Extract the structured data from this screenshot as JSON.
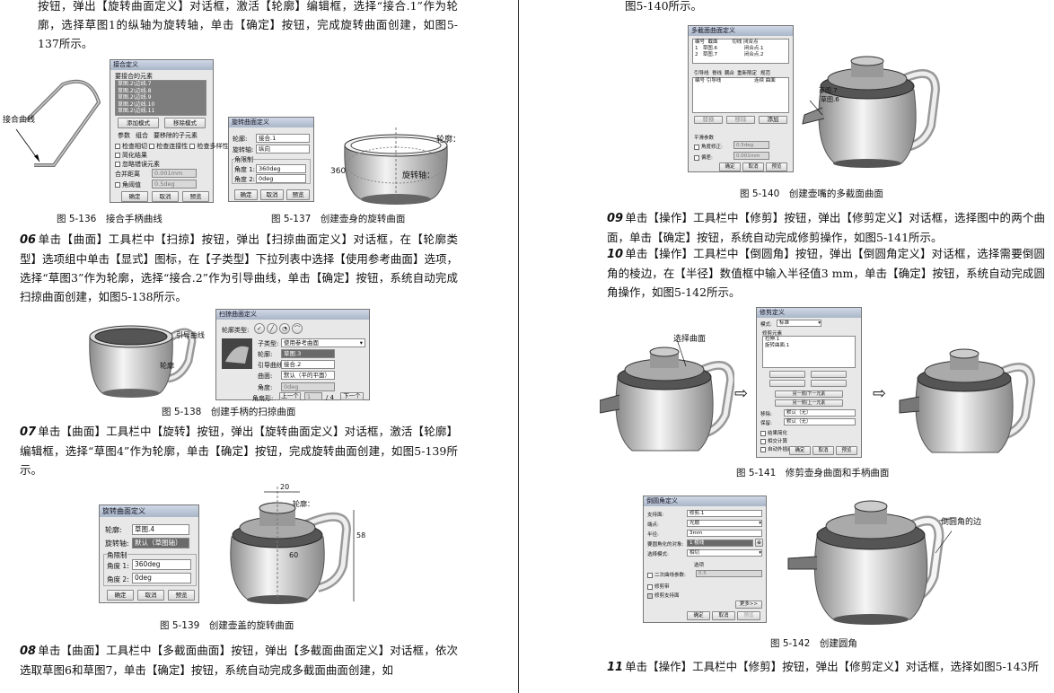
{
  "left": {
    "intro_para": "按钮，弹出【旋转曲面定义】对话框，激活【轮廓】编辑框，选择“接合.1”作为轮廓，选择草图1的纵轴为旋转轴，单击【确定】按钮，完成旋转曲面创建，如图5-137所示。",
    "fig136": {
      "caption": "图 5-136　接合手柄曲线",
      "label": "接合曲线",
      "dialog_title": "接合定义",
      "list_header": "要接合的元素",
      "list_items": [
        "草图.2\\边线.7",
        "草图.2\\边线.8",
        "草图.2\\边线.9",
        "草图.2\\边线.10",
        "草图.2\\边线.11"
      ],
      "add_mode": "添加模式",
      "remove_mode": "移除模式",
      "tabs": [
        "参数",
        "组合",
        "要移除的子元素"
      ],
      "chk1": "检查相切",
      "chk2": "检查连接性",
      "chk3": "检查多样性",
      "chk4": "简化结果",
      "chk5": "忽略错误元素",
      "merge_dist_label": "合并距离",
      "merge_dist_value": "0.001mm",
      "angle_label": "角阈值",
      "angle_value": "0.5deg",
      "ok": "确定",
      "cancel": "取消",
      "preview": "预览"
    },
    "fig137": {
      "caption": "图 5-137　创建壶身的旋转曲面",
      "dialog_title": "旋转曲面定义",
      "profile_label": "轮廓:",
      "profile_value": "接合.1",
      "axis_label": "旋转轴:",
      "axis_value": "纵向",
      "limits_label": "角限制",
      "angle1_label": "角度 1:",
      "angle1_value": "360deg",
      "angle2_label": "角度 2:",
      "angle2_value": "0deg",
      "ok": "确定",
      "cancel": "取消",
      "preview": "预览",
      "ann_profile": "轮廓：",
      "ann_360": "360",
      "ann_axis": "旋转轴："
    },
    "step06_num": "06",
    "step06_text": "单击【曲面】工具栏中【扫掠】按钮，弹出【扫掠曲面定义】对话框，在【轮廓类型】选项组中单击【显式】图标，在【子类型】下拉列表中选择【使用参考曲面】选项，选择“草图3”作为轮廓，选择“接合.2”作为引导曲线，单击【确定】按钮，系统自动完成扫掠曲面创建，如图5-138所示。",
    "fig138": {
      "caption": "图 5-138　创建手柄的扫掠曲面",
      "dialog_title": "扫掠曲面定义",
      "profile_type": "轮廓类型:",
      "subtype_label": "子类型:",
      "subtype_value": "使用参考曲面",
      "profile_label": "轮廓:",
      "profile_value": "草图.3",
      "guide_label": "引导曲线:",
      "guide_value": "接合.2",
      "surface_label": "曲面:",
      "surface_value": "默认（平的平面）",
      "angle_label": "角度:",
      "angle_value": "0deg",
      "angle_sector_label": "角扇形:",
      "prev": "上一个",
      "sector_num": "1",
      "sector_total": "/ 4",
      "next": "下一个",
      "ann_guide": "引导曲线",
      "ann_profile": "轮廓"
    },
    "step07_num": "07",
    "step07_text": "单击【曲面】工具栏中【旋转】按钮，弹出【旋转曲面定义】对话框，激活【轮廓】编辑框，选择“草图4”作为轮廓，单击【确定】按钮，完成旋转曲面创建，如图5-139所示。",
    "fig139": {
      "caption": "图 5-139　创建壶盖的旋转曲面",
      "dialog_title": "旋转曲面定义",
      "profile_label": "轮廓:",
      "profile_value": "草图.4",
      "axis_label": "旋转轴:",
      "axis_value": "默认（草图轴）",
      "limits_label": "角限制",
      "angle1_label": "角度 1:",
      "angle1_value": "360deg",
      "angle2_label": "角度 2:",
      "angle2_value": "0deg",
      "ok": "确定",
      "cancel": "取消",
      "preview": "预览",
      "dim1": "20",
      "dim2": "58",
      "dim3": "60",
      "ann_profile": "轮廓："
    },
    "step08_num": "08",
    "step08_text": "单击【曲面】工具栏中【多截面曲面】按钮，弹出【多截面曲面定义】对话框，依次选取草图6和草图7，单击【确定】按钮，系统自动完成多截面曲面创建，如"
  },
  "right": {
    "top_text": "图5-140所示。",
    "fig140": {
      "caption": "图 5-140　创建壶嘴的多截面曲面",
      "dialog_title": "多截面曲面定义",
      "col_no": "编号",
      "col_section": "截面",
      "col_tangent": "切线",
      "col_dir": "闭合点",
      "rows": [
        [
          "1",
          "草图.6",
          "",
          "闭合点.1"
        ],
        [
          "2",
          "草图.7",
          "",
          "闭合点.2"
        ]
      ],
      "tabs": [
        "引导线",
        "脊线",
        "耦合",
        "重新限定",
        "规范"
      ],
      "guide_cols": [
        "编号",
        "引导线",
        "连续",
        "曲面"
      ],
      "btn_replace": "替换",
      "btn_remove": "移除",
      "btn_add": "添加",
      "smooth_label": "平滑参数",
      "angle_chk": "角度修正:",
      "angle_val": "0.5deg",
      "dev_chk": "偏差:",
      "dev_val": "0.001mm",
      "ok": "确定",
      "cancel": "取消",
      "preview": "预览",
      "ann_sketch7": "草图.7",
      "ann_sketch6": "草图.6"
    },
    "step09_num": "09",
    "step09_text": "单击【操作】工具栏中【修剪】按钮，弹出【修剪定义】对话框，选择图中的两个曲面，单击【确定】按钮，系统自动完成修剪操作，如图5-141所示。",
    "step10_num": "10",
    "step10_text": "单击【操作】工具栏中【倒圆角】按钮，弹出【倒圆角定义】对话框，选择需要倒圆角的棱边，在【半径】数值框中输入半径值3 mm，单击【确定】按钮，系统自动完成圆角操作，如图5-142所示。",
    "fig141": {
      "caption": "图 5-141　修剪壶身曲面和手柄曲面",
      "ann_select": "选择曲面",
      "dialog_title": "修剪定义",
      "mode_label": "模式:",
      "mode_value": "标准",
      "trimmed_label": "修剪元素",
      "list_items": [
        "拉伸.1",
        "旋转曲面.1"
      ],
      "btn_row": [
        "另一侧/下一元素",
        "另一侧/上一元素"
      ],
      "remove_label": "移除:",
      "remove_value": "默认（无）",
      "keep_label": "保留:",
      "keep_value": "默认（无）",
      "chk1": "结果简化",
      "chk2": "相交计算",
      "chk3": "自动外插延伸",
      "ok": "确定",
      "cancel": "取消",
      "preview": "预览",
      "arrow": "⇨"
    },
    "fig142": {
      "caption": "图 5-142　创建圆角",
      "ann_edge": "倒圆角的边",
      "dialog_title": "倒圆角定义",
      "support_label": "支持面:",
      "support_value": "修剪.1",
      "ends_label": "端点:",
      "ends_value": "光顺",
      "radius_label": "半径:",
      "radius_value": "3mm",
      "objects_label": "要圆角化的对象:",
      "objects_value": "1 棱线",
      "propagation_label": "选择模式:",
      "propagation_value": "相切",
      "options_label": "选项",
      "conic_label": "二次曲线参数:",
      "conic_value": "0.5",
      "trim_chk": "修剪带",
      "trim_support": "修剪支持面",
      "more": "更多>>",
      "ok": "确定",
      "cancel": "取消",
      "preview": "预览"
    },
    "step11_num": "11",
    "step11_text": "单击【操作】工具栏中【修剪】按钮，弹出【修剪定义】对话框，选择如图5-143所"
  },
  "colors": {
    "dialog_bg": "#e8e8e8",
    "title_bar": "#a9b6c8",
    "selected_list": "#7d7d7d"
  }
}
